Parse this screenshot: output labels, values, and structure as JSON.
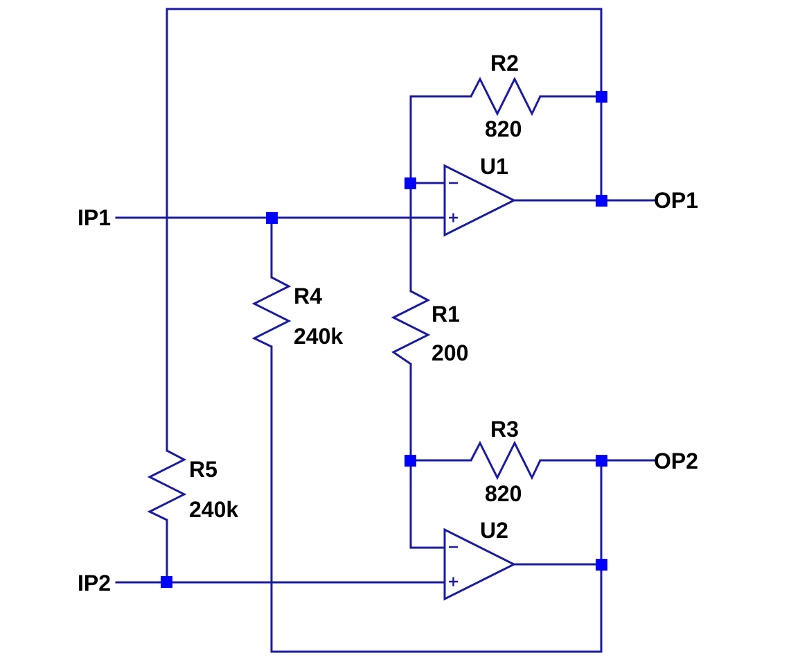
{
  "colors": {
    "wire": "#1a1aa6",
    "junction": "#0000ff",
    "text": "#000000",
    "background": "#ffffff"
  },
  "ports": {
    "ip1": "IP1",
    "ip2": "IP2",
    "op1": "OP1",
    "op2": "OP2"
  },
  "components": {
    "r1": {
      "name": "R1",
      "value": "200"
    },
    "r2": {
      "name": "R2",
      "value": "820"
    },
    "r3": {
      "name": "R3",
      "value": "820"
    },
    "r4": {
      "name": "R4",
      "value": "240k"
    },
    "r5": {
      "name": "R5",
      "value": "240k"
    },
    "u1": {
      "name": "U1",
      "minus": "−",
      "plus": "+"
    },
    "u2": {
      "name": "U2",
      "minus": "−",
      "plus": "+"
    }
  }
}
